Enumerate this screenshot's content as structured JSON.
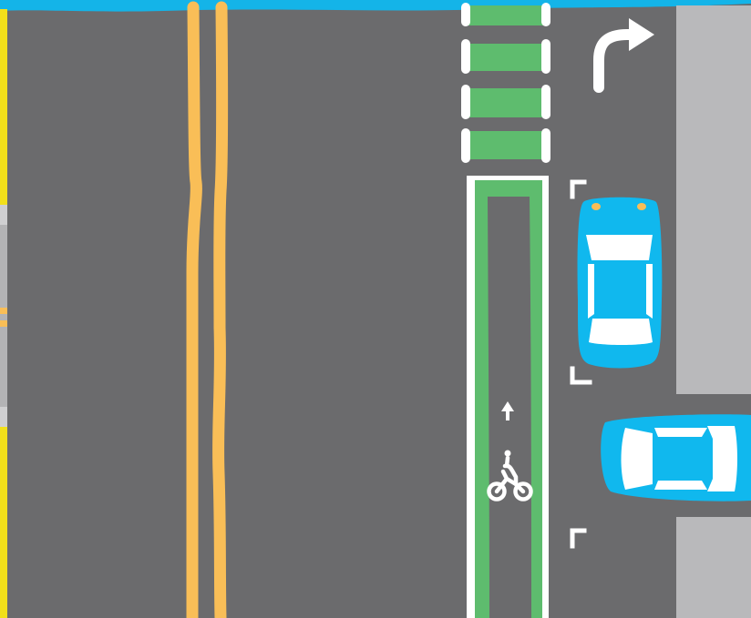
{
  "scene": {
    "kind": "street-plan-view",
    "elements": [
      "water-edge-top",
      "yellow-double-centerline",
      "green-bike-crossing-markings",
      "protected-green-bike-lane",
      "bike-symbol-marking",
      "lane-direction-arrow",
      "right-turn-arrow",
      "parking-corner-marks",
      "sidewalk",
      "parked-car",
      "moving-car"
    ]
  },
  "colors": {
    "asphalt": "#6b6b6d",
    "centerline": "#f9be57",
    "bike_lane": "#5ebc6e",
    "marking": "#ffffff",
    "car_body": "#10b8ee",
    "car_window": "#ffffff",
    "headlight": "#f9be57",
    "sidewalk": "#b9b9bb",
    "water": "#14b4e8",
    "left_edge_yellow": "#f2e01a",
    "left_edge_gray": "#b3b3b5"
  },
  "icons": {
    "turn": "right-turn-arrow-icon",
    "bike": "bicycle-rider-icon",
    "direction": "up-arrow-icon"
  }
}
